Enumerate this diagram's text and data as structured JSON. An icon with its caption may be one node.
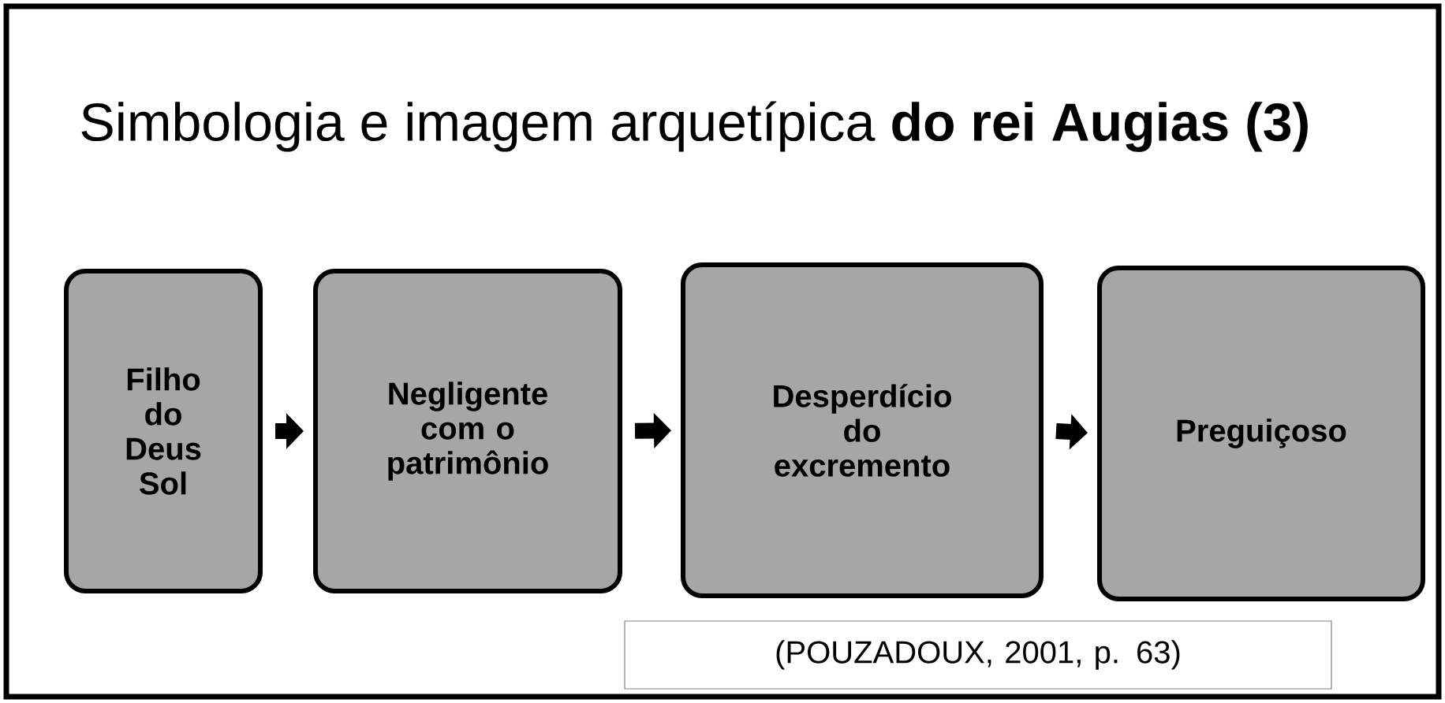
{
  "diagram": {
    "title": "Simbologia e imagem arquetípica **do rei Augias (3)**",
    "nodes": [
      {
        "text": [
          "Filho do Deus Sol"
        ]
      },
      {
        "text": [
          "Negligente com o patrimônio"
        ]
      },
      {
        "text": [
          "Desperdício do excremento"
        ]
      },
      {
        "text": [
          "Preguiçoso"
        ]
      },
      {
        "text": [
          "(POUZADOUX, 2001, p. 63)"
        ]
      }
    ],
    "edges": [
      {
        "from": 0,
        "to": 1,
        "arrow": "to"
      },
      {
        "from": 1,
        "to": 2,
        "arrow": "to"
      },
      {
        "from": 2,
        "to": 3,
        "arrow": "to"
      }
    ]
  }
}
